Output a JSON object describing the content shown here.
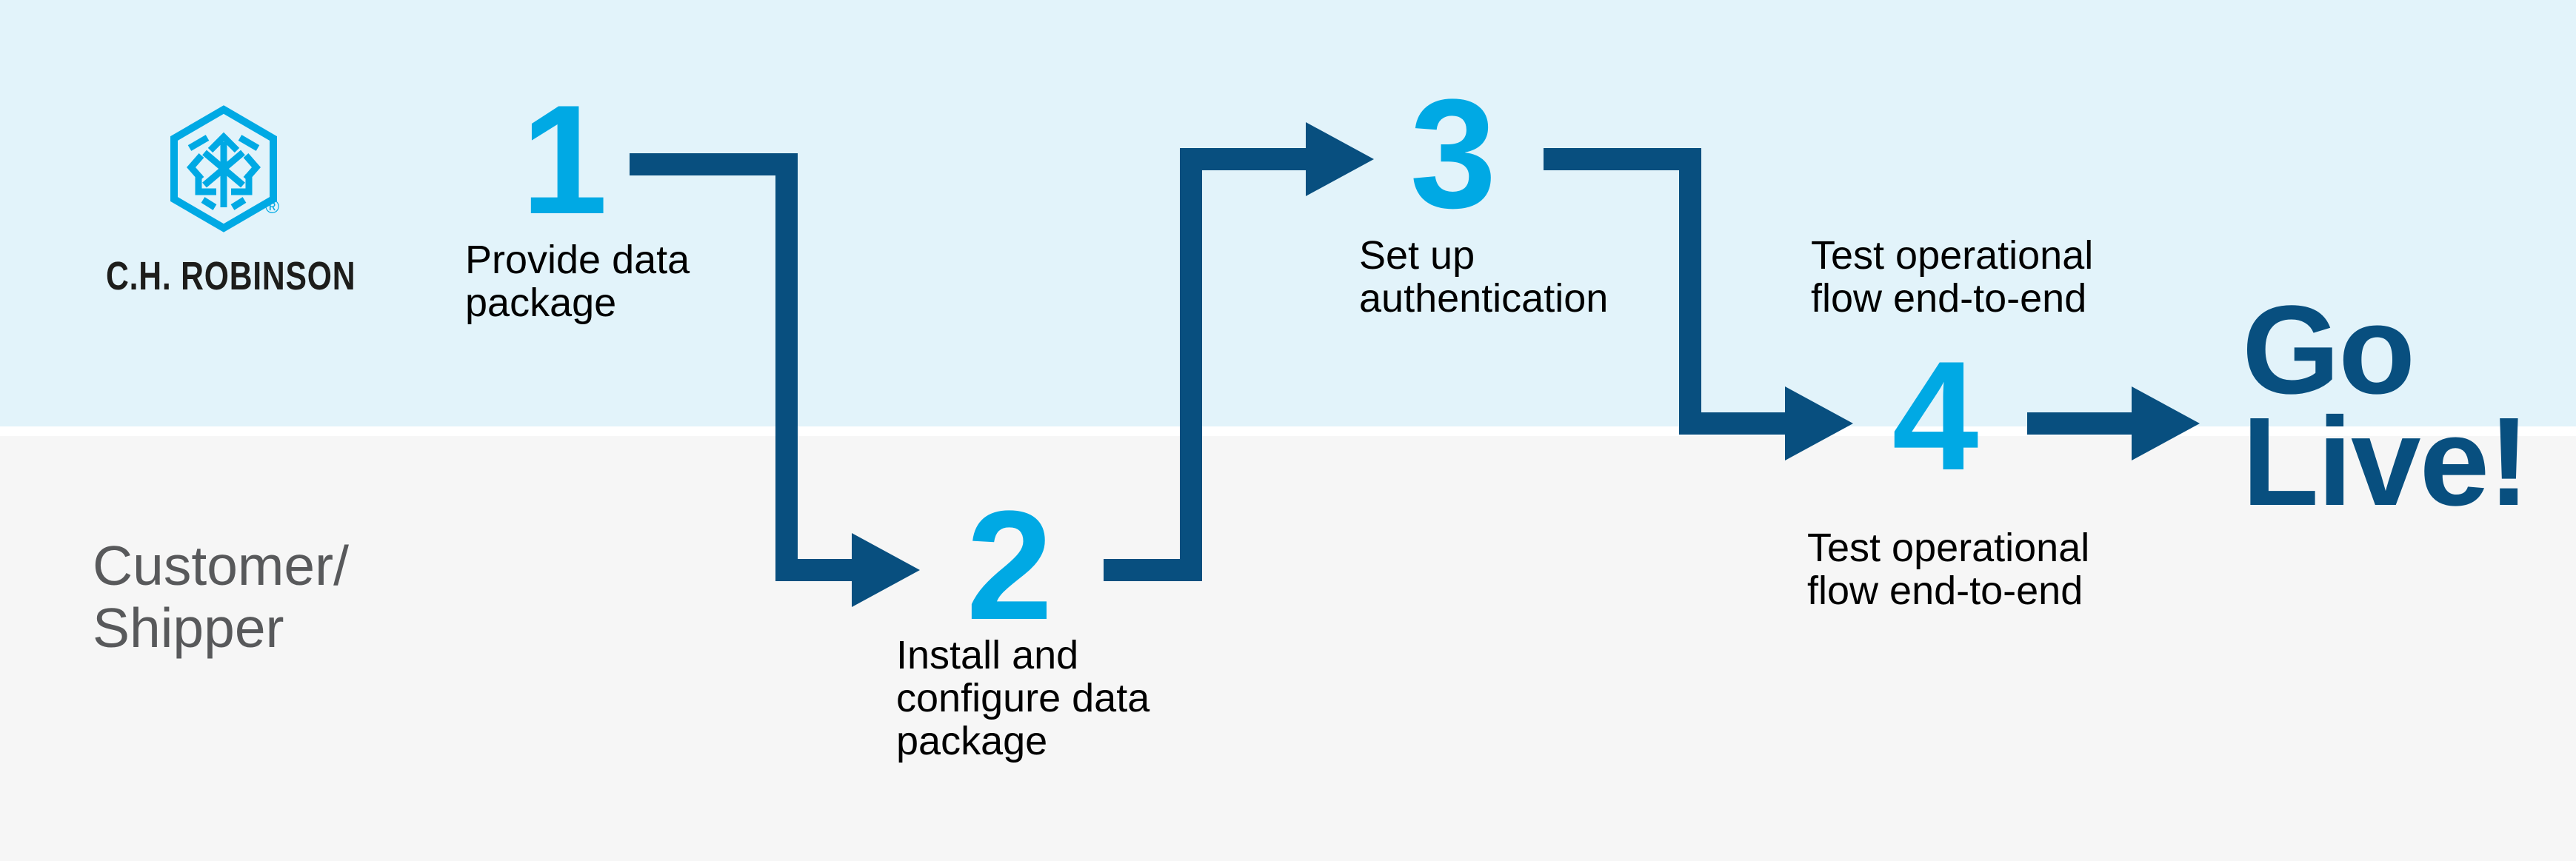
{
  "brand": {
    "wordmark": "C.H. ROBINSON",
    "registered_mark": "®",
    "logo_icon": "hexagon-cube-arrows-icon"
  },
  "lanes": {
    "top_owner": "C.H. Robinson",
    "customer": {
      "line1": "Customer/",
      "line2": "Shipper"
    }
  },
  "steps": [
    {
      "number": "1",
      "label_lines": [
        "Provide data",
        "package"
      ]
    },
    {
      "number": "2",
      "label_lines": [
        "Install and",
        "configure data",
        "package"
      ]
    },
    {
      "number": "3",
      "label_lines": [
        "Set up",
        "authentication"
      ]
    },
    {
      "number": "4",
      "label_above_lines": [
        "Test operational",
        "flow end-to-end"
      ],
      "label_below_lines": [
        "Test operational",
        "flow end-to-end"
      ]
    }
  ],
  "finish": {
    "line1": "Go",
    "line2": "Live!"
  },
  "colors": {
    "accent_cyan": "#00A9E4",
    "navy": "#084F7F",
    "lane_top_bg": "#E2F3FA",
    "lane_bottom_bg": "#F6F6F6",
    "divider": "#FFFFFF",
    "label_text": "#000000",
    "customer_text": "#58595B",
    "wordmark_text": "#1D1D1B"
  }
}
